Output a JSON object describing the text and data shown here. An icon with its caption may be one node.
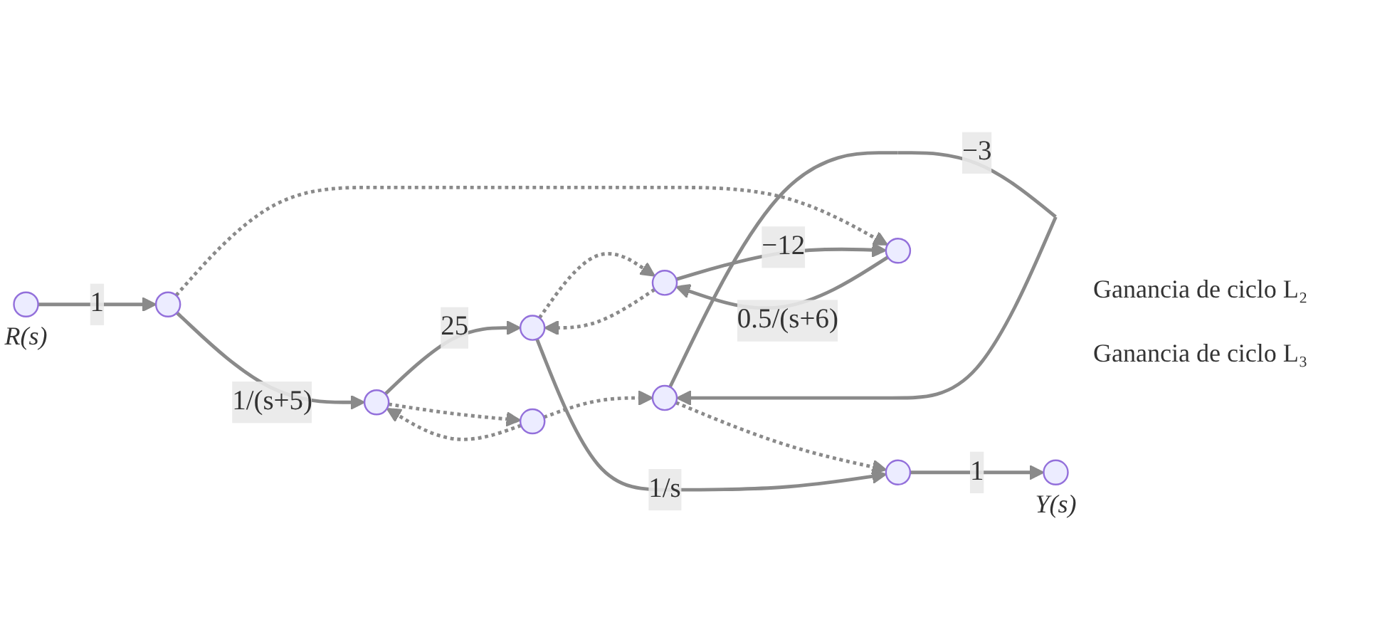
{
  "diagram": {
    "nodes": [
      {
        "text": [],
        "shape": "circle",
        "beside": [
          "R(s)"
        ]
      },
      {
        "text": [],
        "shape": "circle"
      },
      {
        "text": [],
        "shape": "circle"
      },
      {
        "text": [],
        "shape": "circle"
      },
      {
        "text": [],
        "shape": "circle"
      },
      {
        "text": [],
        "shape": "circle"
      },
      {
        "text": [],
        "shape": "circle",
        "beside": [
          "Y(s)"
        ]
      },
      {
        "text": [],
        "shape": "circle"
      },
      {
        "text": [],
        "shape": "circle"
      },
      {
        "text": [],
        "shape": "circle"
      }
    ],
    "edges": [
      {
        "from": 0,
        "to": 1,
        "arrow": "to",
        "label": "1"
      },
      {
        "from": 1,
        "to": 2,
        "arrow": "to",
        "label": "1/(s+5)"
      },
      {
        "from": 1,
        "to": 7,
        "arrow": "to",
        "style": "dashed"
      },
      {
        "from": 2,
        "to": 3,
        "arrow": "to",
        "style": "dashed"
      },
      {
        "from": 3,
        "to": 2,
        "arrow": "to",
        "style": "dashed"
      },
      {
        "from": 3,
        "to": 4,
        "arrow": "to",
        "style": "dashed"
      },
      {
        "from": 4,
        "to": 4,
        "arrow": "to",
        "label": "−3"
      },
      {
        "from": 4,
        "to": 5,
        "arrow": "to",
        "style": "dashed"
      },
      {
        "from": 2,
        "to": 9,
        "arrow": "to",
        "label": "25"
      },
      {
        "from": 7,
        "to": 8,
        "arrow": "to",
        "label": "0.5/(s+6)"
      },
      {
        "from": 8,
        "to": 7,
        "arrow": "to",
        "label": "−12"
      },
      {
        "from": 8,
        "to": 9,
        "arrow": "to",
        "style": "dashed"
      },
      {
        "from": 9,
        "to": 8,
        "arrow": "to",
        "style": "dashed"
      },
      {
        "from": 9,
        "to": 5,
        "arrow": "to",
        "label": "1/s"
      },
      {
        "from": 5,
        "to": 6,
        "arrow": "to",
        "label": "1"
      }
    ],
    "labels": [
      "Ganancia de ciclo L₂",
      "Ganancia de ciclo L₃"
    ]
  }
}
